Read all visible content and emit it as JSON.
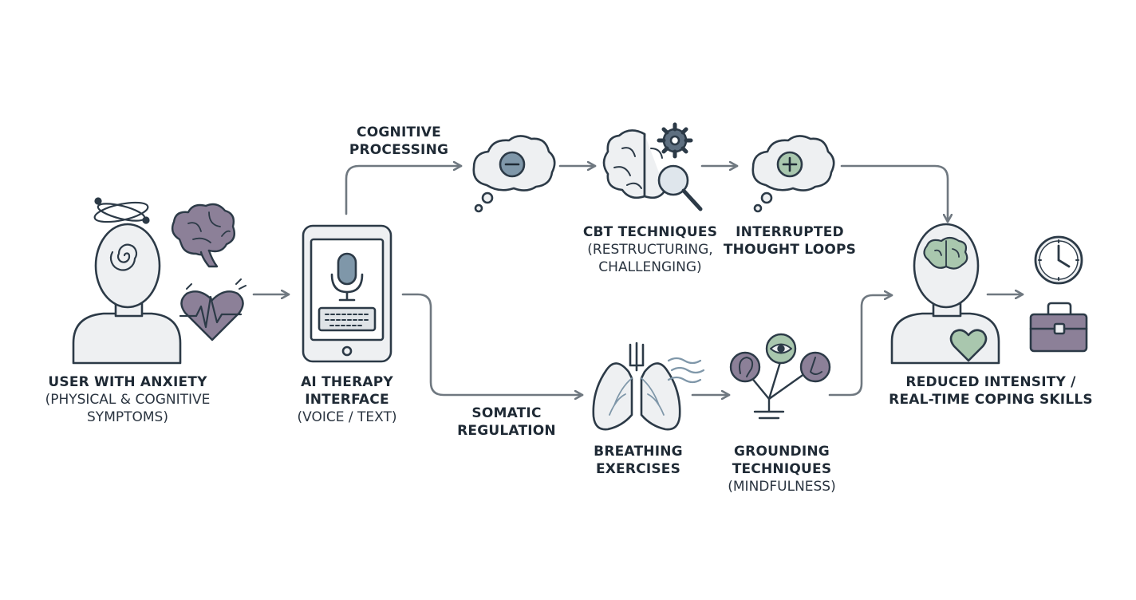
{
  "user": {
    "title_1": "USER WITH ANXIETY",
    "sub_1": "(PHYSICAL & COGNITIVE",
    "sub_2": "SYMPTOMS)"
  },
  "interface": {
    "title_1": "AI THERAPY",
    "title_2": "INTERFACE",
    "sub_1": "(VOICE / TEXT)"
  },
  "branch_cognitive": {
    "line_1": "COGNITIVE",
    "line_2": "PROCESSING"
  },
  "branch_somatic": {
    "line_1": "SOMATIC",
    "line_2": "REGULATION"
  },
  "cbt": {
    "title_1": "CBT TECHNIQUES",
    "sub_1": "(RESTRUCTURING,",
    "sub_2": "CHALLENGING)"
  },
  "interrupted": {
    "title_1": "INTERRUPTED",
    "title_2": "THOUGHT LOOPS"
  },
  "breathing": {
    "title_1": "BREATHING",
    "title_2": "EXERCISES"
  },
  "grounding": {
    "title_1": "GROUNDING",
    "title_2": "TECHNIQUES",
    "sub_1": "(MINDFULNESS)"
  },
  "outcome": {
    "title_1": "REDUCED INTENSITY /",
    "title_2": "REAL-TIME COPING SKILLS"
  },
  "colors": {
    "stroke": "#2c3a47",
    "arrow": "#6f7880",
    "fill_light": "#eef0f2",
    "purple": "#8c8098",
    "green": "#a9c7ae",
    "blue_grey": "#7f97a9",
    "steel": "#5e6f80"
  }
}
